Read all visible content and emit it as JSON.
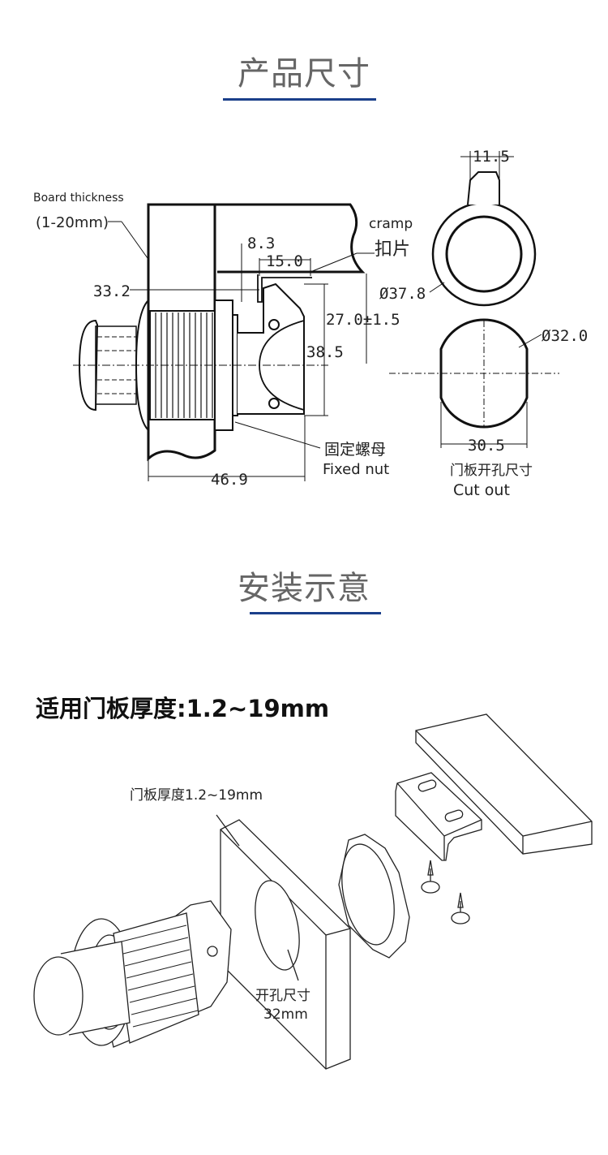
{
  "sections": {
    "dimensions_title": "产品尺寸",
    "install_title": "安装示意",
    "fit_heading": "适用门板厚度:1.2~19mm"
  },
  "dimension_drawing": {
    "board_thickness_label": "Board thickness",
    "board_thickness_range": "(1-20mm)",
    "cramp_en": "cramp",
    "cramp_cn": "扣片",
    "fixed_nut_cn": "固定螺母",
    "fixed_nut_en": "Fixed nut",
    "cut_out_cn": "门板开孔尺寸",
    "cut_out_en": "Cut out",
    "dims": {
      "d_33_2": "33.2",
      "d_8_3": "8.3",
      "d_15_0": "15.0",
      "d_27_0": "27.0±1.5",
      "d_38_5": "38.5",
      "d_46_9": "46.9",
      "d_11_5": "11.5",
      "d_37_8": "Ø37.8",
      "d_32_0": "Ø32.0",
      "d_30_5": "30.5"
    }
  },
  "install_drawing": {
    "panel_thickness_label": "门板厚度1.2~19mm",
    "hole_label": "开孔尺寸",
    "hole_size": "32mm"
  },
  "colors": {
    "accent": "#1a3f8a",
    "title": "#666666"
  }
}
